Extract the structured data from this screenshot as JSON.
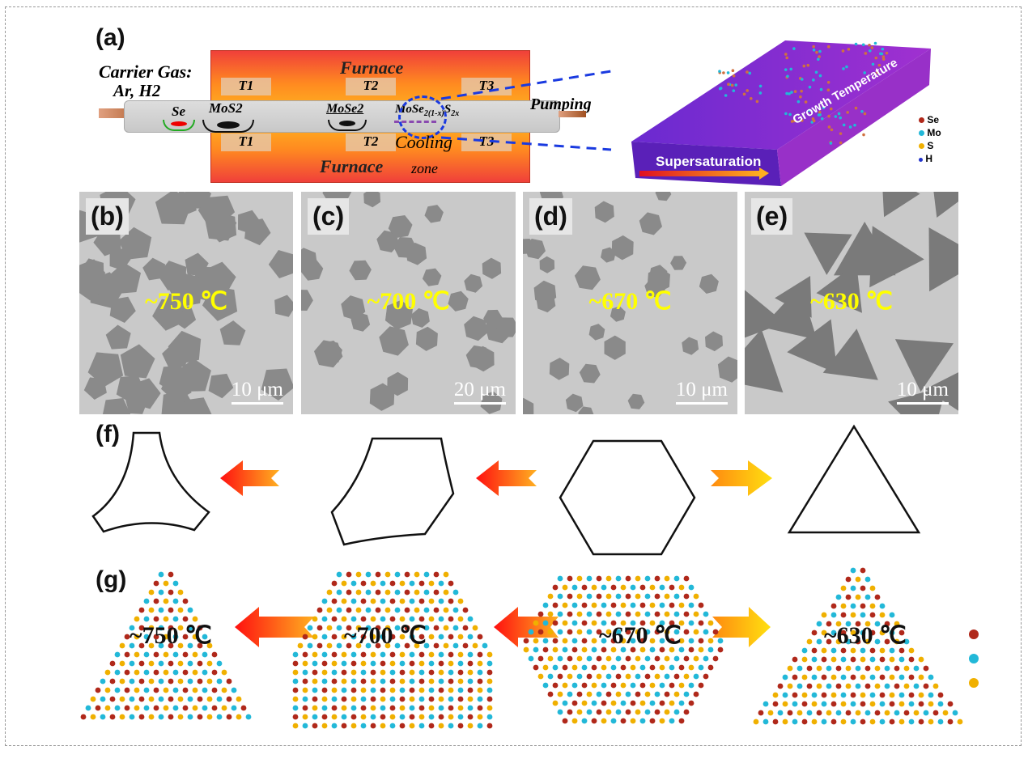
{
  "panel_a": {
    "label": "(a)",
    "carrier_gas": "Carrier Gas:",
    "carrier_gas_species": "Ar, H2",
    "furnace_top": "Furnace",
    "furnace_bottom": "Furnace",
    "zones": [
      "T1",
      "T2",
      "T3"
    ],
    "source_se": "Se",
    "source_mos2": "MoS2",
    "source_mose2": "MoSe2",
    "product": "MoSe2(1-x)S2x",
    "cooling_zone": "Cooling",
    "cooling_zone_2": "zone",
    "pumping": "Pumping",
    "supersaturation": "Supersaturation",
    "growth_temperature": "Growth Temperature",
    "legend": [
      {
        "label": "Se",
        "color": "#b0281a"
      },
      {
        "label": "Mo",
        "color": "#22b8d8"
      },
      {
        "label": "S",
        "color": "#f0b000"
      },
      {
        "label": "H",
        "color": "#2233cc"
      }
    ]
  },
  "sem_panels": [
    {
      "label": "(b)",
      "temperature": "~750 ℃",
      "scale": "10 μm",
      "shape": "truncated-triangle"
    },
    {
      "label": "(c)",
      "temperature": "~700 ℃",
      "scale": "20 μm",
      "shape": "truncated-triangle"
    },
    {
      "label": "(d)",
      "temperature": "~670 ℃",
      "scale": "10 μm",
      "shape": "hexagon"
    },
    {
      "label": "(e)",
      "temperature": "~630 ℃",
      "scale": "10 μm",
      "shape": "triangle"
    }
  ],
  "panel_f": {
    "label": "(f)"
  },
  "panel_g": {
    "label": "(g)",
    "temperatures": [
      "~750 ℃",
      "~700 ℃",
      "~670 ℃",
      "~630 ℃"
    ],
    "atom_colors": [
      "#b0281a",
      "#22b8d8",
      "#f0b000"
    ]
  }
}
